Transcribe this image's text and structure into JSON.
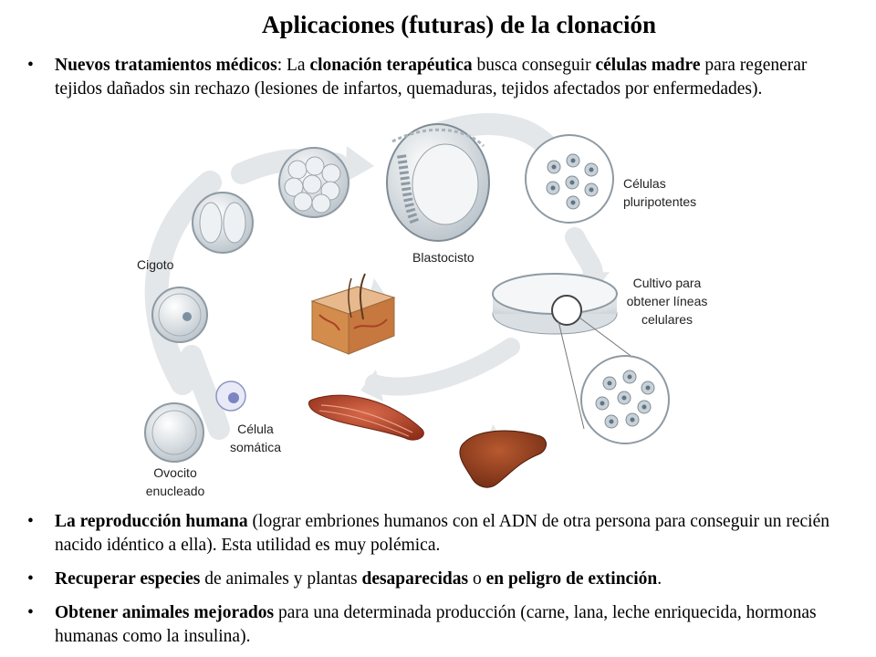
{
  "title": "Aplicaciones (futuras) de la clonación",
  "bullet_symbol": "•",
  "bullets": [
    {
      "parts": [
        {
          "text": "Nuevos tratamientos médicos",
          "bold": true
        },
        {
          "text": ": La ",
          "bold": false
        },
        {
          "text": "clonación terapéutica",
          "bold": true
        },
        {
          "text": " busca conseguir ",
          "bold": false
        },
        {
          "text": "células madre",
          "bold": true
        },
        {
          "text": " para regenerar tejidos dañados sin rechazo (lesiones de infartos, quemaduras, tejidos afectados por enfermedades).",
          "bold": false
        }
      ]
    },
    {
      "parts": [
        {
          "text": "La reproducción humana",
          "bold": true
        },
        {
          "text": " (lograr embriones humanos con el ADN de otra persona para conseguir un recién nacido idéntico a ella). Esta utilidad es muy polémica.",
          "bold": false
        }
      ]
    },
    {
      "parts": [
        {
          "text": "Recuperar especies",
          "bold": true
        },
        {
          "text": " de animales y plantas ",
          "bold": false
        },
        {
          "text": "desaparecidas",
          "bold": true
        },
        {
          "text": " o ",
          "bold": false
        },
        {
          "text": "en peligro de extinción",
          "bold": true
        },
        {
          "text": ".",
          "bold": false
        }
      ]
    },
    {
      "parts": [
        {
          "text": "Obtener animales mejorados",
          "bold": true
        },
        {
          "text": " para una determinada producción (carne, lana, leche enriquecida, hormonas humanas como la insulina).",
          "bold": false
        }
      ]
    }
  ],
  "diagram": {
    "labels": {
      "pluripotentes_1": "Células",
      "pluripotentes_2": "pluripotentes",
      "blastocisto": "Blastocisto",
      "cigoto": "Cigoto",
      "cultivo_1": "Cultivo para",
      "cultivo_2": "obtener líneas",
      "cultivo_3": "celulares",
      "somatica_1": "Célula",
      "somatica_2": "somática",
      "ovocito_1": "Ovocito",
      "ovocito_2": "enucleado"
    },
    "colors": {
      "arrow": "#e2e6e9",
      "cell_fill": "#dfe3e6",
      "cell_stroke": "#8e9aa3",
      "nucleus": "#6f8594",
      "skin": "#d9a36b",
      "muscle": "#b8442a",
      "liver": "#8e3b1e"
    },
    "icons": [
      "zygote-icon",
      "two-cell-embryo-icon",
      "morula-icon",
      "blastocyst-icon",
      "pluripotent-cells-icon",
      "petri-dish-icon",
      "cell-line-icon",
      "skin-tissue-icon",
      "muscle-icon",
      "liver-icon",
      "somatic-cell-icon",
      "enucleated-oocyte-icon"
    ]
  }
}
